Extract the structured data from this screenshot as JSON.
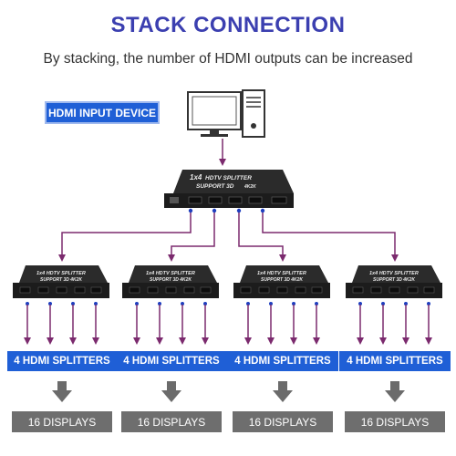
{
  "header": {
    "title": "STACK CONNECTION",
    "subtitle": "By stacking, the number of HDMI outputs can be increased"
  },
  "input_device_label": "HDMI INPUT DEVICE",
  "splitter_device": {
    "line1": "1x4",
    "line1b": "HDTV SPLITTER",
    "line2": "SUPPORT 3D",
    "line2b": "4K2K"
  },
  "branches": [
    {
      "splitter_label": "4 HDMI SPLITTERS",
      "displays_label": "16 DISPLAYS"
    },
    {
      "splitter_label": "4 HDMI SPLITTERS",
      "displays_label": "16 DISPLAYS"
    },
    {
      "splitter_label": "4 HDMI SPLITTERS",
      "displays_label": "16 DISPLAYS"
    },
    {
      "splitter_label": "4 HDMI SPLITTERS",
      "displays_label": "16 DISPLAYS"
    }
  ],
  "colors": {
    "title": "#3b3fb0",
    "badge": "#1f5fd6",
    "connector": "#7b2a6e",
    "arrow_gray": "#6b6b6b",
    "display_box": "#6e6e6e",
    "device_body": "#1c1c1c"
  },
  "icons": [
    "computer-icon",
    "splitter-device-icon",
    "arrow-down-icon"
  ]
}
